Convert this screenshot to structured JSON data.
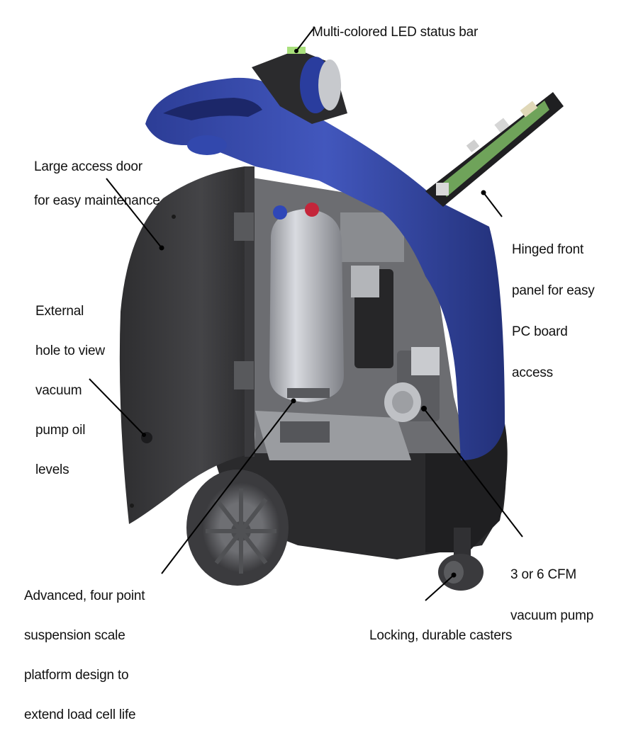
{
  "callouts": [
    {
      "id": "led-status-bar",
      "lines": [
        "Multi-colored LED status bar"
      ]
    },
    {
      "id": "access-door",
      "lines": [
        "Large access door",
        "for easy maintenance"
      ]
    },
    {
      "id": "hinged-panel",
      "lines": [
        "Hinged front",
        "panel for easy",
        "PC board",
        "access"
      ]
    },
    {
      "id": "oil-hole",
      "lines": [
        "External",
        "hole to view",
        "vacuum",
        "pump oil",
        "levels"
      ]
    },
    {
      "id": "vacuum-pump",
      "lines": [
        "3 or 6 CFM",
        "vacuum pump"
      ]
    },
    {
      "id": "scale-platform",
      "lines": [
        "Advanced, four point",
        "suspension scale",
        "platform design to",
        "extend load cell life"
      ]
    },
    {
      "id": "casters",
      "lines": [
        "Locking, durable casters"
      ]
    }
  ],
  "colors": {
    "body_blue": "#3a4fb0",
    "body_blue_dark": "#24337e",
    "door_dark": "#3b3b3d",
    "base_black": "#2a2a2c",
    "tank_silver": "#c9cbd0",
    "board_green": "#6fa35a",
    "leader_line": "#000000"
  }
}
